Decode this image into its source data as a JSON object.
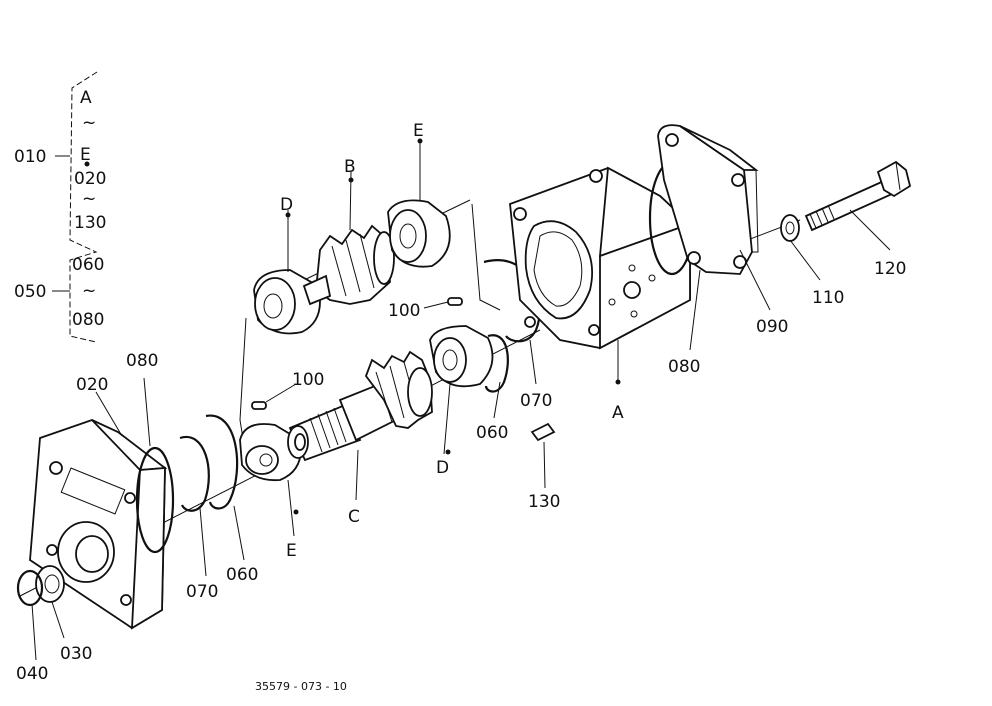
{
  "legend": {
    "group_010": {
      "code": "010",
      "entries": [
        "A",
        "E",
        "020",
        "130"
      ]
    },
    "group_050": {
      "code": "050",
      "entries": [
        "060",
        "080"
      ]
    },
    "range_mark": "~"
  },
  "parts": {
    "A": "A",
    "B": "B",
    "C": "C",
    "D_upper": "D",
    "D_lower": "D",
    "E_upper": "E",
    "E_lower": "E",
    "p020": "020",
    "p030": "030",
    "p040": "040",
    "p060_left": "060",
    "p060_mid": "060",
    "p070_left": "070",
    "p070_right": "070",
    "p080_left": "080",
    "p080_right": "080",
    "p090": "090",
    "p100_upper": "100",
    "p100_lower": "100",
    "p110": "110",
    "p120": "120",
    "p130": "130"
  },
  "footer": {
    "drawing_number": "35579 - 073 - 10"
  }
}
